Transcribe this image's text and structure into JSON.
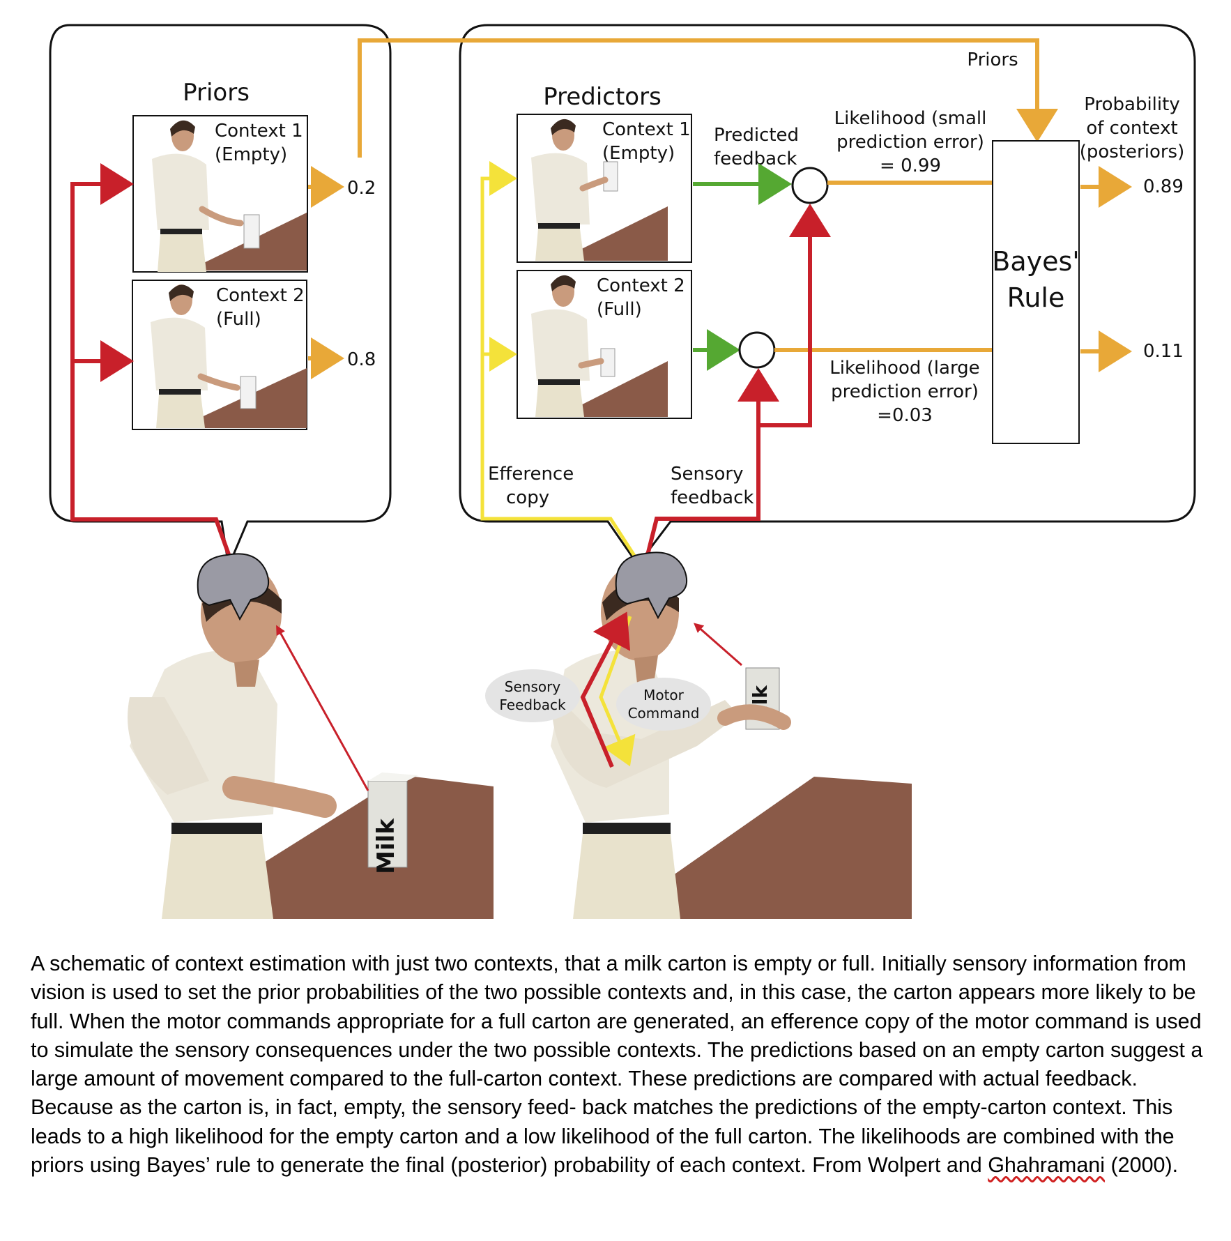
{
  "priors_panel": {
    "title": "Priors",
    "context1": {
      "line1": "Context 1",
      "line2": "(Empty)",
      "value": "0.2"
    },
    "context2": {
      "line1": "Context 2",
      "line2": "(Full)",
      "value": "0.8"
    }
  },
  "predictors_panel": {
    "title": "Predictors",
    "priors_label": "Priors",
    "context1": {
      "line1": "Context 1",
      "line2": "(Empty)"
    },
    "context2": {
      "line1": "Context 2",
      "line2": "(Full)"
    },
    "predicted_feedback": {
      "line1": "Predicted",
      "line2": "feedback"
    },
    "likelihood_small": {
      "line1": "Likelihood (small",
      "line2": "prediction error)",
      "line3": "=  0.99"
    },
    "likelihood_large": {
      "line1": "Likelihood (large",
      "line2": "prediction error)",
      "line3": "=0.03"
    },
    "bayes": {
      "line1": "Bayes'",
      "line2": "Rule"
    },
    "posterior_label": {
      "line1": "Probability",
      "line2": "of context",
      "line3": "(posteriors)"
    },
    "posterior1": "0.89",
    "posterior2": "0.11",
    "efference_copy": {
      "line1": "Efference",
      "line2": "copy"
    },
    "sensory_feedback": {
      "line1": "Sensory",
      "line2": "feedback"
    }
  },
  "scene": {
    "carton_label_left": "Milk",
    "carton_label_right": "ilk",
    "bubble_sensory": {
      "line1": "Sensory",
      "line2": "Feedback"
    },
    "bubble_motor": {
      "line1": "Motor",
      "line2": "Command"
    }
  },
  "caption": {
    "text_before": "A schematic of context estimation with just two contexts, that a milk carton is empty or full. Initially sensory information from vision is used to set the prior probabilities of the two possible contexts and, in this case, the carton appears more likely to be full. When the motor commands appropriate for a full carton are generated, an efference copy of the motor command is used to simulate the sensory consequences under the two possible contexts. The predictions based on an empty carton suggest a large amount of movement compared to the full-carton context. These predictions are compared with actual feedback. Because as the carton is, in fact, empty, the sensory feed- back matches the predictions of the empty-carton context. This leads to a high likelihood for the empty carton and a low likelihood of the full carton. The likelihoods are combined with the priors using Bayes’ rule to generate the final (posterior) probability of each context.  From Wolpert and ",
    "author2": "Ghahramani",
    "text_after": " (2000)."
  },
  "colors": {
    "red": "#c8202a",
    "orange": "#e8a838",
    "yellow": "#f4e23a",
    "green": "#55a832",
    "table": "#8a5a48"
  }
}
